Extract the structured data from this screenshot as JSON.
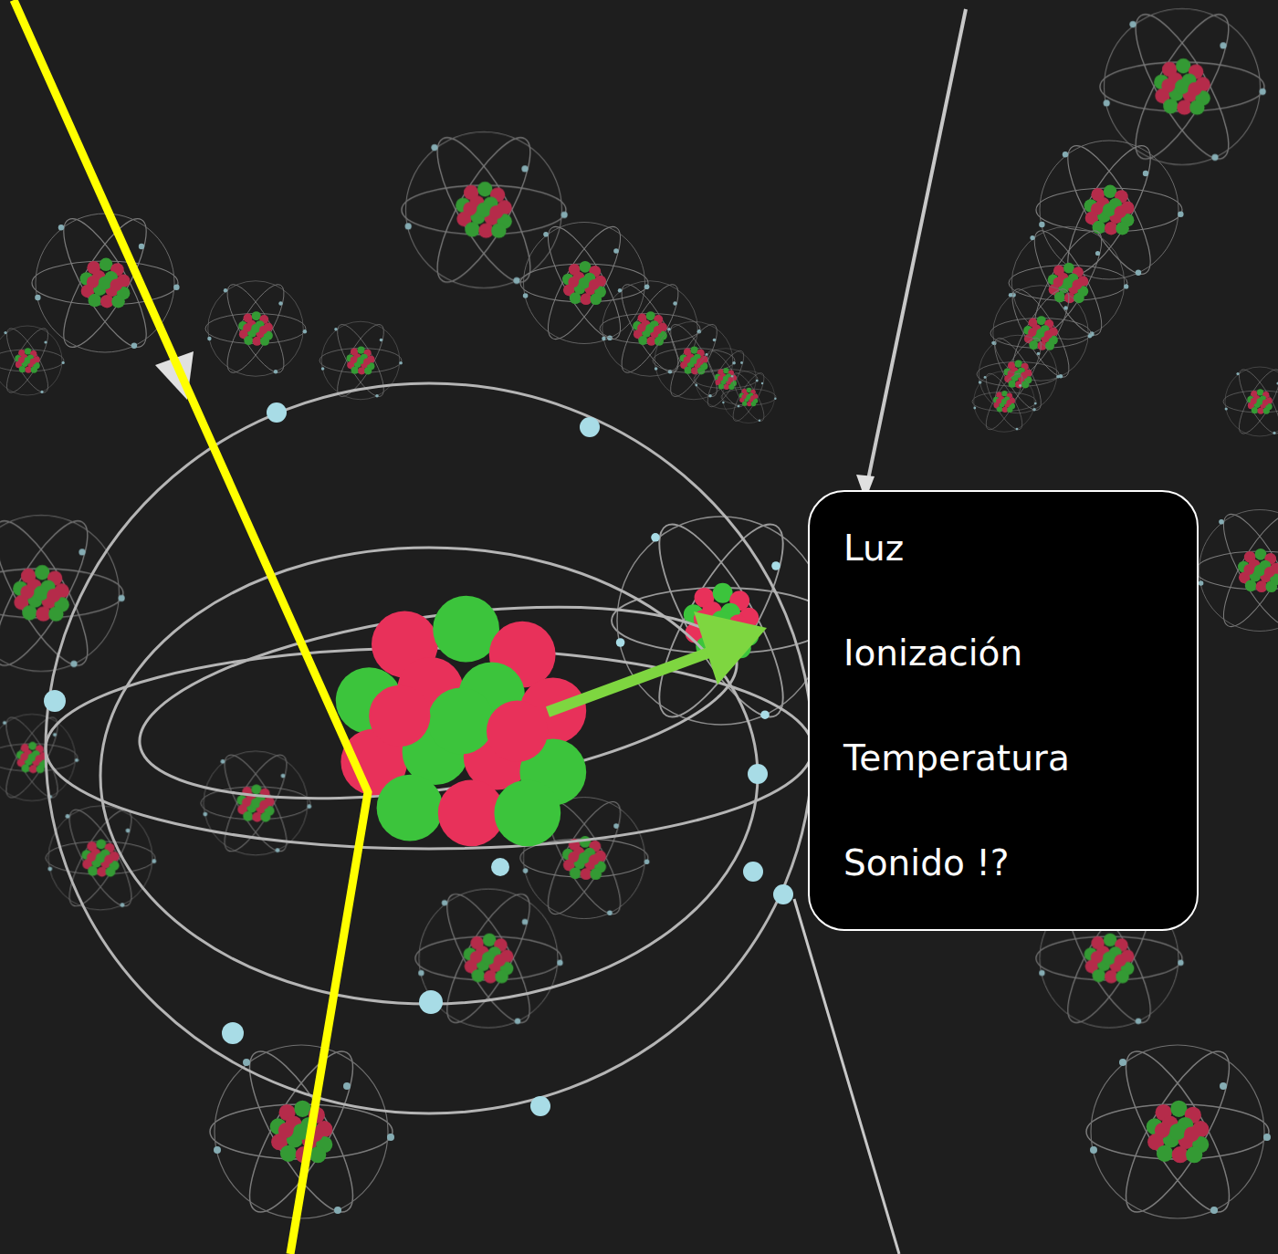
{
  "diagram": {
    "nodes": [
      {
        "text": [
          "Luz",
          "Ionización",
          "Temperatura",
          "Sonido !?"
        ]
      }
    ]
  }
}
